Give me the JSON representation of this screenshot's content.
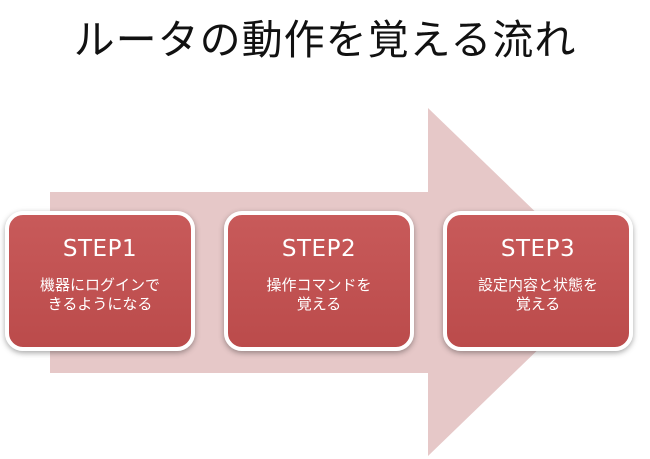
{
  "title": "ルータの動作を覚える流れ",
  "colors": {
    "arrow": "#e6c8c8",
    "box_fill": "#c0504d",
    "box_border": "#ffffff",
    "text_on_box": "#ffffff"
  },
  "steps": [
    {
      "label": "STEP1",
      "description": "機器にログインで\nきるようになる"
    },
    {
      "label": "STEP2",
      "description": "操作コマンドを\n覚える"
    },
    {
      "label": "STEP3",
      "description": "設定内容と状態を\n覚える"
    }
  ]
}
